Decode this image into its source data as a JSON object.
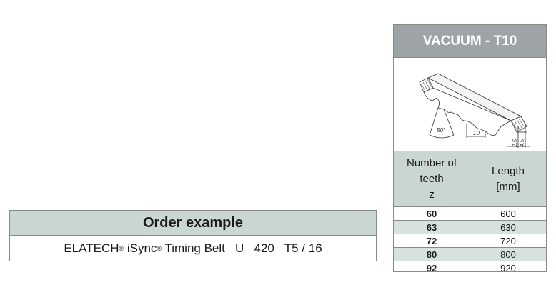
{
  "order_example": {
    "heading": "Order example",
    "brand": "ELATECH",
    "reg1": "®",
    "product": " iSync",
    "reg2": "®",
    "suffix": " Timing Belt   U   420   T5 / 16"
  },
  "vacuum_table": {
    "title": "VACUUM - T10",
    "diagram": {
      "angle_label": "50°",
      "pitch_label": "10",
      "dim_a": "2.5",
      "dim_b": "4.5"
    },
    "header": {
      "teeth_line1": "Number of",
      "teeth_line2": "teeth",
      "teeth_line3": "z",
      "length_line1": "Length",
      "length_line2": "[mm]"
    },
    "rows": [
      {
        "z": "60",
        "length": "600"
      },
      {
        "z": "63",
        "length": "630"
      },
      {
        "z": "72",
        "length": "720"
      },
      {
        "z": "80",
        "length": "800"
      },
      {
        "z": "92",
        "length": "920"
      }
    ]
  }
}
